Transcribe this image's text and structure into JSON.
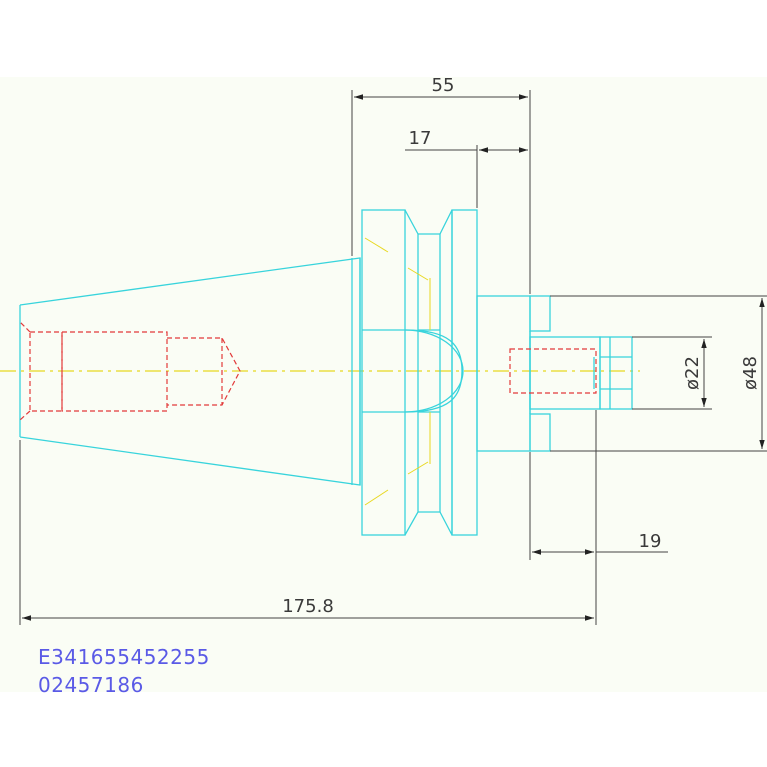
{
  "drawing": {
    "background": "#fafdf5",
    "part_color": "#38d4dc",
    "hidden_color": "#e23a3a",
    "center_color": "#e8d820",
    "dim_color": "#444444",
    "code_color": "#5a5ae6"
  },
  "dimensions": {
    "d55": "55",
    "d17": "17",
    "d175": "175.8",
    "d19": "19",
    "dia22": "ø22",
    "dia48": "ø48"
  },
  "codes": {
    "line1": "E341655452255",
    "line2": "02457186"
  }
}
